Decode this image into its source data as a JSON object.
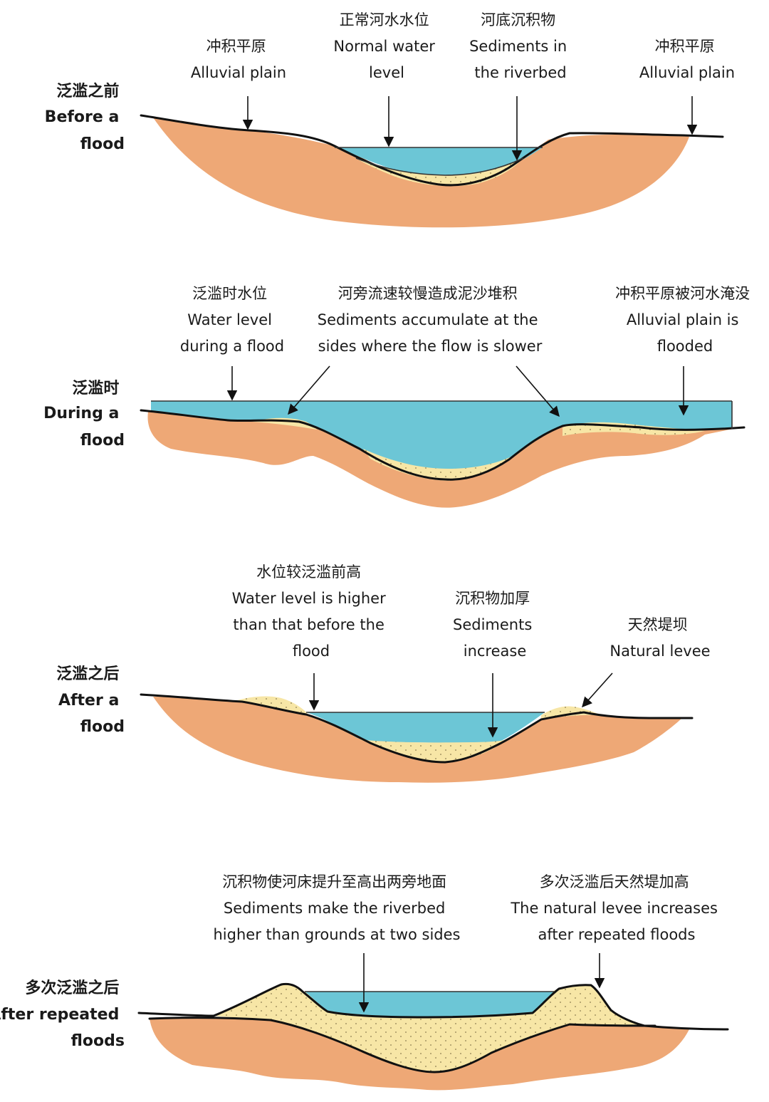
{
  "stages": [
    {
      "label": [
        "泛滥之前",
        "Before a",
        "flood"
      ],
      "annotations": [
        {
          "lines": [
            "冲积平原",
            "Alluvial plain"
          ]
        },
        {
          "lines": [
            "正常河水水位",
            "Normal water",
            "level"
          ]
        },
        {
          "lines": [
            "河底沉积物",
            "Sediments in",
            "the riverbed"
          ]
        },
        {
          "lines": [
            "冲积平原",
            "Alluvial plain"
          ]
        }
      ]
    },
    {
      "label": [
        "泛滥时",
        "During a",
        "flood"
      ],
      "annotations": [
        {
          "lines": [
            "泛滥时水位",
            "Water level",
            "during a flood"
          ]
        },
        {
          "lines": [
            "河旁流速较慢造成泥沙堆积",
            "Sediments accumulate at the",
            "sides where the flow is slower"
          ]
        },
        {
          "lines": [
            "冲积平原被河水淹没",
            "Alluvial plain is",
            "flooded"
          ]
        }
      ]
    },
    {
      "label": [
        "泛滥之后",
        "After a",
        "flood"
      ],
      "annotations": [
        {
          "lines": [
            "水位较泛滥前高",
            "Water level is higher",
            "than that before the",
            "flood"
          ]
        },
        {
          "lines": [
            "沉积物加厚",
            "Sediments",
            "increase"
          ]
        },
        {
          "lines": [
            "天然堤坝",
            "Natural levee"
          ]
        }
      ]
    },
    {
      "label": [
        "多次泛滥之后",
        "After repeated",
        "floods"
      ],
      "annotations": [
        {
          "lines": [
            "沉积物使河床提升至高出两旁地面",
            "Sediments make the riverbed",
            "higher than grounds at two sides"
          ]
        },
        {
          "lines": [
            "多次泛滥后天然堤加高",
            "The natural levee increases",
            "after repeated floods"
          ]
        }
      ]
    }
  ],
  "colors": {
    "soil": "#eea876",
    "water": "#6cc6d6",
    "sediment": "#f7e6a6",
    "outline": "#111111"
  }
}
